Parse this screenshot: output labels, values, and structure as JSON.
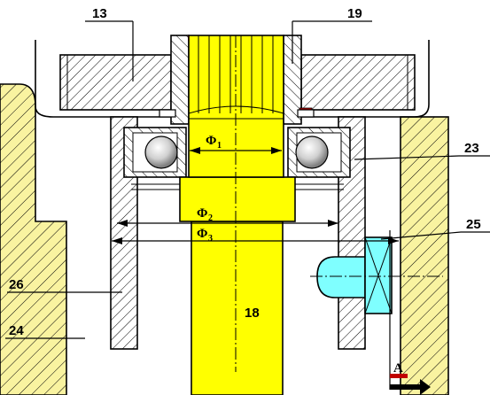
{
  "callouts": {
    "c13": "13",
    "c19": "19",
    "c23": "23",
    "c25": "25",
    "c26": "26",
    "c24": "24",
    "c18": "18"
  },
  "dimensions": {
    "d1_main": "Φ",
    "d1_sub": "1",
    "d2_main": "Φ",
    "d2_sub": "2",
    "d3_main": "Φ",
    "d3_sub": "3"
  },
  "section": {
    "label": "A"
  },
  "colors": {
    "housing_fill": "#f9f3a0",
    "shaft_fill": "#ffff00",
    "sensor_fill": "#7fffff",
    "part_fill": "#ffffff",
    "accent": "#c00000"
  }
}
